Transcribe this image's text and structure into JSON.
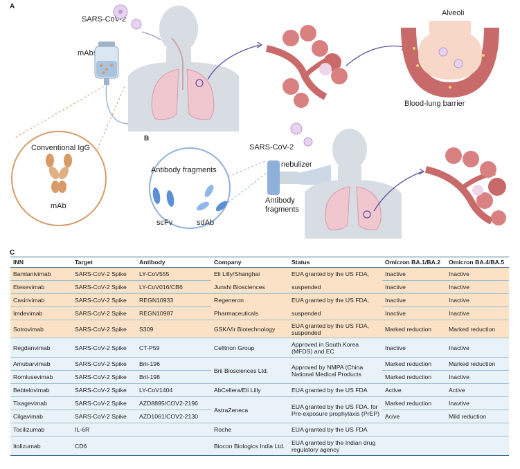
{
  "panels": {
    "a": "A",
    "b": "B",
    "c": "C"
  },
  "panel_a": {
    "virus_label": "SARS-CoV-2",
    "mabs_label": "mAbs",
    "igg_title": "Conventional IgG",
    "mab_label": "mAb",
    "alveoli_label": "Alveoli",
    "barrier_label": "Blood-lung barrier"
  },
  "panel_b": {
    "virus_label": "SARS-CoV-2",
    "nebulizer_label": "nebulizer",
    "fragments_line1": "Antibody",
    "fragments_line2": "fragments",
    "bubble_title": "Antibody fragments",
    "scfv_label": "scFv",
    "sdab_label": "sdAb"
  },
  "colors": {
    "tissue": "#c96a6a",
    "lung": "#f1c7cf",
    "orange_row": "#fbe2c6",
    "blue_row": "#e8f2f8",
    "rule": "#3a6c8a",
    "antibody": "#d89a66",
    "fragment": "#5b8fd6"
  },
  "table": {
    "headers": [
      "INN",
      "Target",
      "Antibody",
      "Company",
      "Status",
      "Omicron BA.1/BA.2",
      "Omicron BA.4/BA.5"
    ],
    "rows": [
      {
        "inn": "Bamlanivimab",
        "target": "SARS-CoV-2 Spike",
        "antibody": "LY-CoV555",
        "company": "Eli Lilly/Shanghai",
        "status": "EUA granted by the US FDA,",
        "ba12": "Inactive",
        "ba45": "Inactive"
      },
      {
        "inn": "Etesevimab",
        "target": "SARS-CoV-2 Spike",
        "antibody": "LY-CoV016/CB6",
        "company": "Junshi Biosciences",
        "status": "suspended",
        "ba12": "Inactive",
        "ba45": "Inactive"
      },
      {
        "inn": "Casirivimab",
        "target": "SARS-CoV-2 Spike",
        "antibody": "REGN10933",
        "company": "Regeneron",
        "status": "EUA granted by the US FDA,",
        "ba12": "Inactive",
        "ba45": "Inactive"
      },
      {
        "inn": "Imdevimab",
        "target": "SARS-CoV-2 Spike",
        "antibody": "REGN10987",
        "company": "Pharmaceuticals",
        "status": "suspended",
        "ba12": "Inactive",
        "ba45": "Inactive"
      },
      {
        "inn": "Sotrovimab",
        "target": "SARS-CoV-2 Spike",
        "antibody": "S309",
        "company": "GSK/Vir Biotechnology",
        "status": "EUA granted by the US FDA, suspended",
        "ba12": "Marked reduction",
        "ba45": "Marked reduction"
      },
      {
        "inn": "Regdanvimab",
        "target": "SARS-CoV-2 Spike",
        "antibody": "CT-P59",
        "company": "Celltrion Group",
        "status": "Approved in South Korea (MFDS) and EC",
        "ba12": "Inactive",
        "ba45": "Inactive"
      },
      {
        "inn": "Amubarvimab",
        "target": "SARS-CoV-2 Spike",
        "antibody": "Brii-196",
        "company": "Brii Biosciences Ltd.",
        "status": "Approved by NMPA (China National Medical Products",
        "ba12": "Marked reduction",
        "ba45": "Marked reduction"
      },
      {
        "inn": "Romlusevimab",
        "target": "SARS-CoV-2 Spike",
        "antibody": "Brii-198",
        "company": "",
        "status": "",
        "ba12": "Marked reduction",
        "ba45": "Inactive"
      },
      {
        "inn": "Bebtelovimab",
        "target": "SARS-CoV-2 Spike",
        "antibody": "LY-CoV1404",
        "company": "AbCellera/Eli Lilly",
        "status": "EUA granted by the US FDA",
        "ba12": "Active",
        "ba45": "Active"
      },
      {
        "inn": "Tixagevimab",
        "target": "SARS-CoV-2 Spike",
        "antibody": "AZD8895/COV2-2196",
        "company": "AstraZeneca",
        "status": "EUA granted by the US FDA, for Pre-exposure prophylaxis (PrEP)",
        "ba12": "Marked reduction",
        "ba45": "Inavtive"
      },
      {
        "inn": "Cilgavimab",
        "target": "SARS-CoV-2 Spike",
        "antibody": "AZD1061/COV2-2130",
        "company": "",
        "status": "",
        "ba12": "Acive",
        "ba45": "Mild reduction"
      },
      {
        "inn": "Tocilizumab",
        "target": "IL-6R",
        "antibody": "",
        "company": "Roche",
        "status": "EUA granted by the US FDA",
        "ba12": "",
        "ba45": ""
      },
      {
        "inn": "Itolizumab",
        "target": "CD6",
        "antibody": "",
        "company": "Biocon Biologics India Ltd.",
        "status": "EUA granted by the Indian drug regulatory agency",
        "ba12": "",
        "ba45": ""
      }
    ]
  }
}
